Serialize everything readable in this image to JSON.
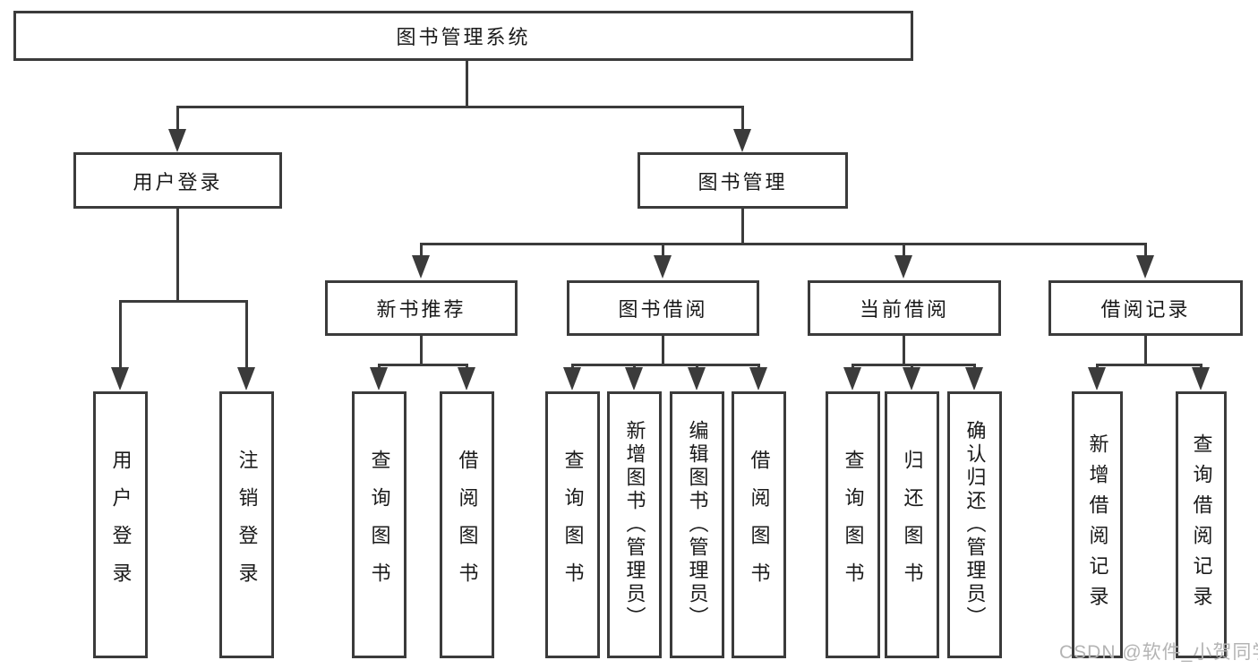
{
  "colors": {
    "line": "#3b3b3b",
    "node_border": "#3b3b3b",
    "node_background": "#ffffff",
    "text": "#1a1a1a",
    "watermark": "#b4b4b4",
    "page_background": "#ffffff"
  },
  "tree": {
    "root": {
      "label": "图书管理系统"
    },
    "branches": [
      {
        "label": "用户登录",
        "children": [
          {
            "label": "用户登录"
          },
          {
            "label": "注销登录"
          }
        ]
      },
      {
        "label": "图书管理",
        "children": [
          {
            "label": "新书推荐",
            "children": [
              {
                "label": "查询图书"
              },
              {
                "label": "借阅图书"
              }
            ]
          },
          {
            "label": "图书借阅",
            "children": [
              {
                "label": "查询图书"
              },
              {
                "label": "新增图书（管理员）"
              },
              {
                "label": "编辑图书（管理员）"
              },
              {
                "label": "借阅图书"
              }
            ]
          },
          {
            "label": "当前借阅",
            "children": [
              {
                "label": "查询图书"
              },
              {
                "label": "归还图书"
              },
              {
                "label": "确认归还（管理员）"
              }
            ]
          },
          {
            "label": "借阅记录",
            "children": [
              {
                "label": "新增借阅记录"
              },
              {
                "label": "查询借阅记录"
              }
            ]
          }
        ]
      }
    ]
  },
  "watermark": {
    "text": "CSDN @软件_小贺同学"
  }
}
